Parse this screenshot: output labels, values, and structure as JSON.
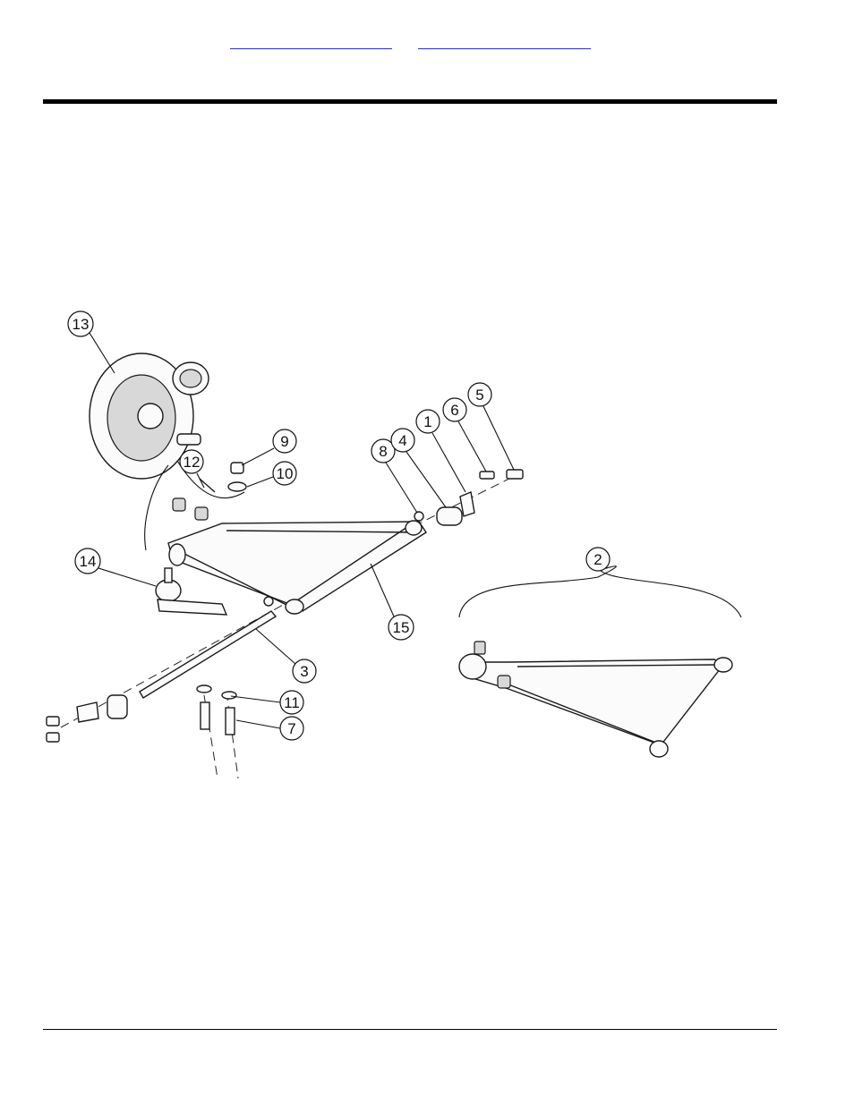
{
  "nav": {
    "link_left": "",
    "link_right": ""
  },
  "figure": {
    "callouts": [
      "1",
      "2",
      "3",
      "4",
      "5",
      "6",
      "7",
      "8",
      "9",
      "10",
      "11",
      "12",
      "13",
      "14",
      "15"
    ]
  }
}
